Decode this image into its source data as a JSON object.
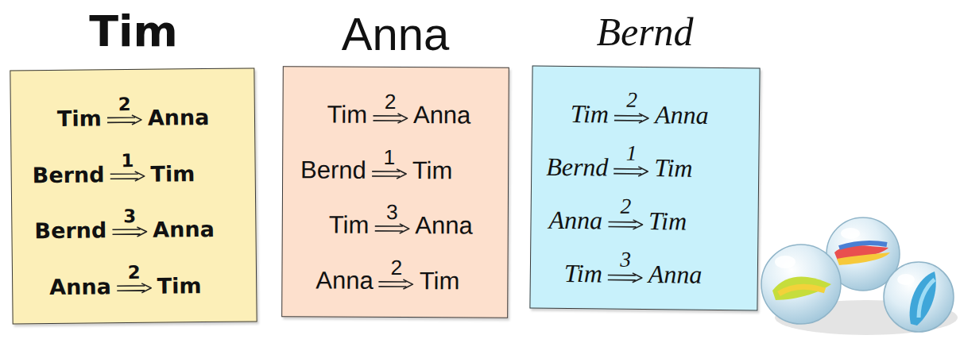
{
  "diagram": {
    "nodes": [
      {
        "text": [
          "Tim",
          "Tim",
          "2",
          "Anna",
          "Bernd",
          "1",
          "Tim",
          "Bernd",
          "3",
          "Anna",
          "Anna",
          "2",
          "Tim"
        ]
      },
      {
        "text": [
          "Anna",
          "Tim",
          "2",
          "Anna",
          "Bernd",
          "1",
          "Tim",
          "Tim",
          "3",
          "Anna",
          "Anna",
          "2",
          "Tim"
        ]
      },
      {
        "text": [
          "Bernd",
          "Tim",
          "2",
          "Anna",
          "Bernd",
          "1",
          "Tim",
          "Anna",
          "2",
          "Tim",
          "Tim",
          "3",
          "Anna"
        ]
      }
    ]
  }
}
